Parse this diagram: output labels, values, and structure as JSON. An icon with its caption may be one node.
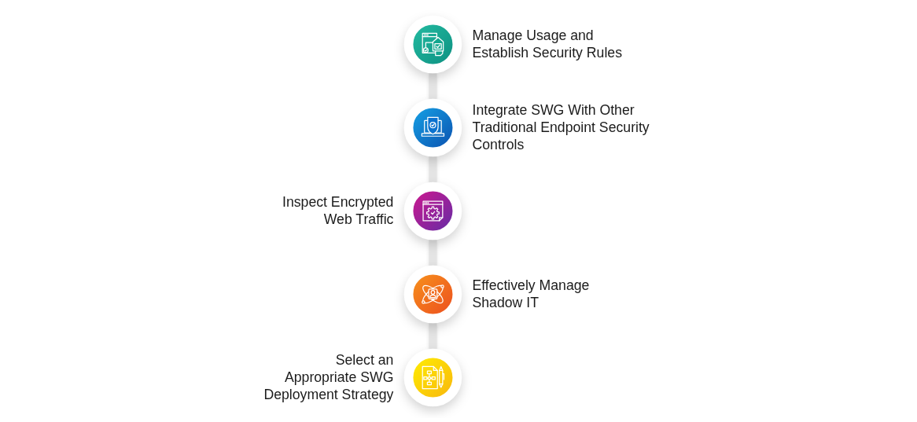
{
  "diagram": {
    "nodes": [
      {
        "text": [],
        "shape": "circle",
        "beside": [
          "Manage Usage and Establish Security Rules"
        ]
      },
      {
        "text": [],
        "shape": "circle",
        "beside": [
          "Integrate SWG With Other Traditional Endpoint Security Controls"
        ]
      },
      {
        "text": [],
        "shape": "circle",
        "beside": [
          "Inspect Encrypted Web Traffic"
        ]
      },
      {
        "text": [],
        "shape": "circle",
        "beside": [
          "Effectively Manage Shadow IT"
        ]
      },
      {
        "text": [],
        "shape": "circle",
        "beside": [
          "Select an Appropriate SWG Deployment Strategy"
        ]
      }
    ],
    "edges": [
      {
        "from": 0,
        "to": 1,
        "arrow": "none"
      },
      {
        "from": 1,
        "to": 2,
        "arrow": "none"
      },
      {
        "from": 2,
        "to": 3,
        "arrow": "none"
      },
      {
        "from": 3,
        "to": 4,
        "arrow": "none"
      }
    ]
  }
}
